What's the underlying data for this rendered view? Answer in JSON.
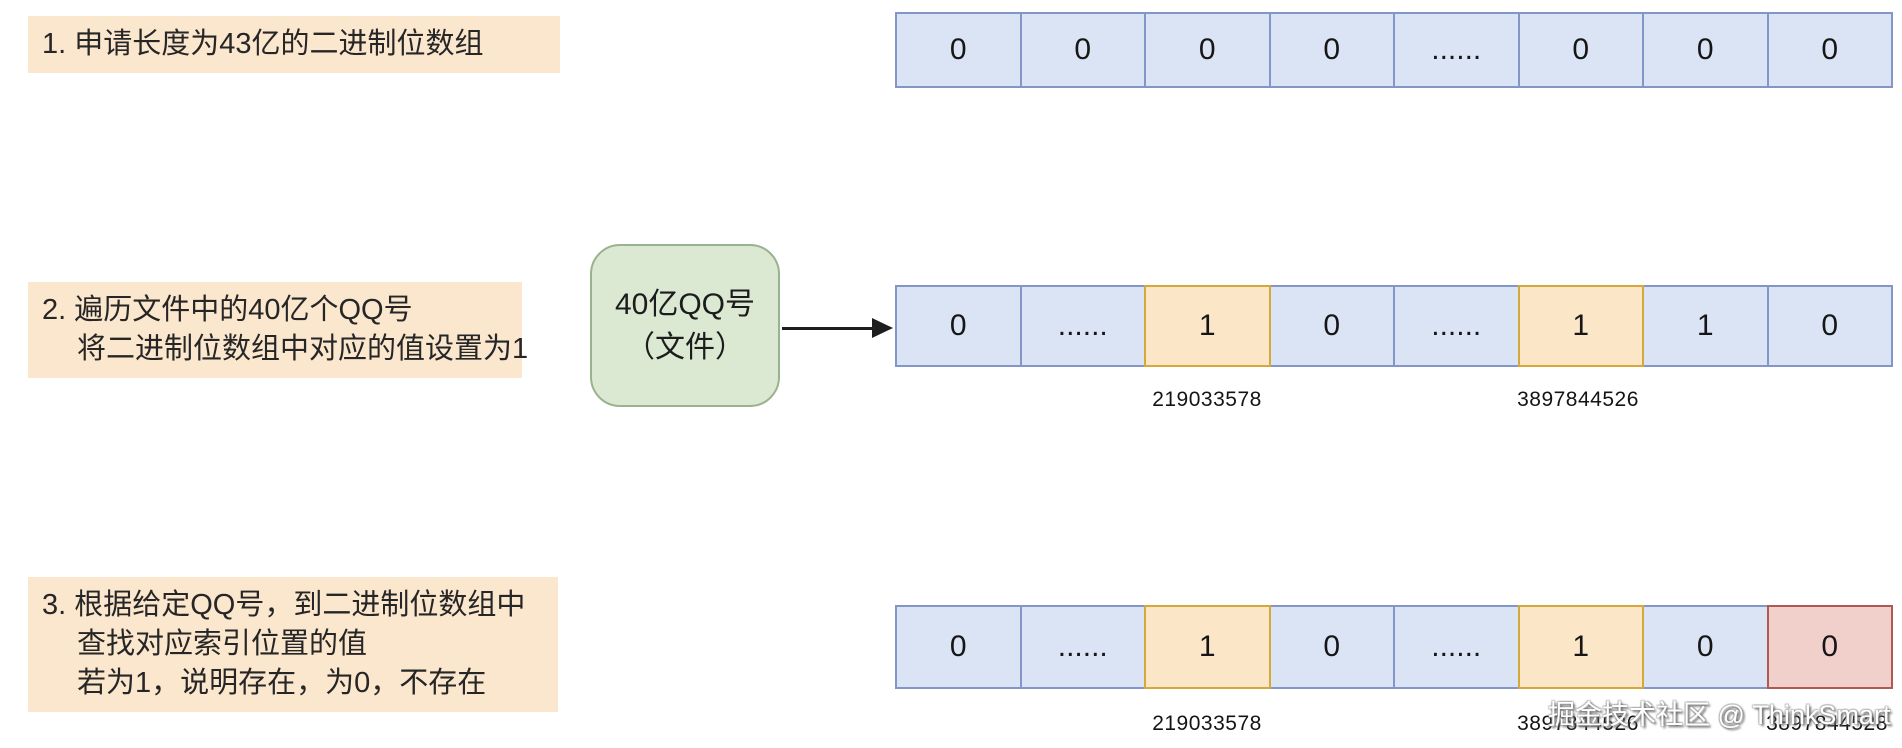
{
  "steps": [
    {
      "lines": [
        "1. 申请长度为43亿的二进制位数组"
      ]
    },
    {
      "lines": [
        "2. 遍历文件中的40亿个QQ号",
        "将二进制位数组中对应的值设置为1"
      ]
    },
    {
      "lines": [
        "3. 根据给定QQ号，到二进制位数组中",
        "查找对应索引位置的值",
        "若为1，说明存在，为0，不存在"
      ]
    }
  ],
  "source_box": {
    "line1": "40亿QQ号",
    "line2": "（文件）"
  },
  "bit_arrays": [
    {
      "name": "initial-bit-array",
      "cells": [
        {
          "value": "0",
          "state": "blue"
        },
        {
          "value": "0",
          "state": "blue"
        },
        {
          "value": "0",
          "state": "blue"
        },
        {
          "value": "0",
          "state": "blue"
        },
        {
          "value": "......",
          "state": "blue"
        },
        {
          "value": "0",
          "state": "blue"
        },
        {
          "value": "0",
          "state": "blue"
        },
        {
          "value": "0",
          "state": "blue"
        }
      ],
      "labels": []
    },
    {
      "name": "marked-bit-array",
      "cells": [
        {
          "value": "0",
          "state": "blue"
        },
        {
          "value": "......",
          "state": "blue"
        },
        {
          "value": "1",
          "state": "orange"
        },
        {
          "value": "0",
          "state": "blue"
        },
        {
          "value": "......",
          "state": "blue"
        },
        {
          "value": "1",
          "state": "orange"
        },
        {
          "value": "1",
          "state": "blue"
        },
        {
          "value": "0",
          "state": "blue"
        }
      ],
      "labels": [
        {
          "text": "219033578"
        },
        {
          "text": "3897844526"
        }
      ]
    },
    {
      "name": "lookup-bit-array",
      "cells": [
        {
          "value": "0",
          "state": "blue"
        },
        {
          "value": "......",
          "state": "blue"
        },
        {
          "value": "1",
          "state": "orange"
        },
        {
          "value": "0",
          "state": "blue"
        },
        {
          "value": "......",
          "state": "blue"
        },
        {
          "value": "1",
          "state": "orange"
        },
        {
          "value": "0",
          "state": "blue"
        },
        {
          "value": "0",
          "state": "red"
        }
      ],
      "labels": [
        {
          "text": "219033578"
        },
        {
          "text": "3897844526"
        },
        {
          "text": "3897844528"
        }
      ]
    }
  ],
  "watermark": "掘金技术社区 @ ThinkSmart",
  "colors": {
    "label_bg": "#fbe6ce",
    "cell_blue_bg": "#dbe4f4",
    "cell_blue_border": "#8496c8",
    "cell_orange_bg": "#fce6c8",
    "cell_orange_border": "#d4a83a",
    "cell_red_bg": "#f1d0cc",
    "cell_red_border": "#ae5a53",
    "source_bg": "#dbe9d3",
    "source_border": "#9ab28d"
  }
}
